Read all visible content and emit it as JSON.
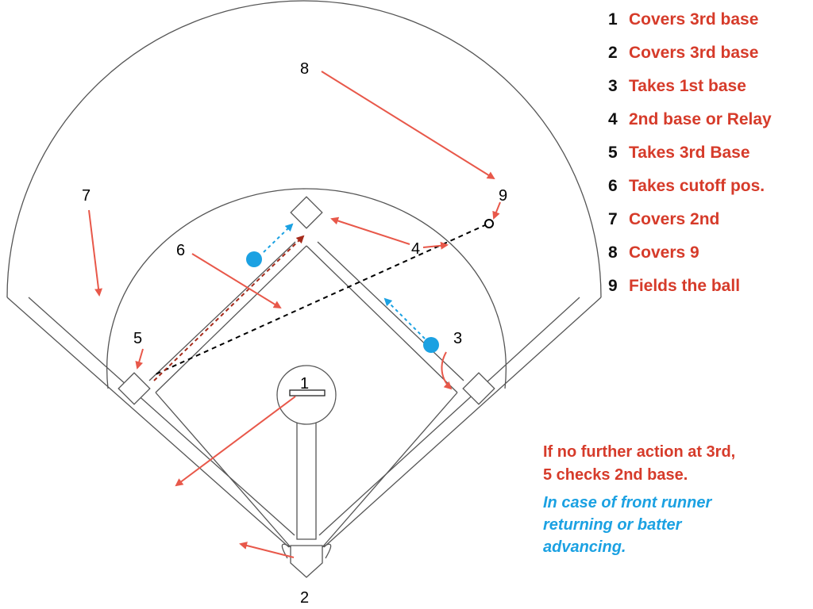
{
  "legend": [
    {
      "num": "1",
      "text": "Covers 3rd base"
    },
    {
      "num": "2",
      "text": "Covers 3rd base"
    },
    {
      "num": "3",
      "text": "Takes 1st base"
    },
    {
      "num": "4",
      "text": "2nd base or Relay"
    },
    {
      "num": "5",
      "text": "Takes 3rd Base"
    },
    {
      "num": "6",
      "text": "Takes cutoff pos."
    },
    {
      "num": "7",
      "text": "Covers 2nd"
    },
    {
      "num": "8",
      "text": "Covers 9"
    },
    {
      "num": "9",
      "text": "Fields the ball"
    }
  ],
  "positions": {
    "p1": "1",
    "p2": "2",
    "p3": "3",
    "p4": "4",
    "p5": "5",
    "p6": "6",
    "p7": "7",
    "p8": "8",
    "p9": "9"
  },
  "notes": {
    "red_line1": "If no further action at 3rd,",
    "red_line2": "5 checks 2nd base.",
    "blue_line1": "In case of front runner",
    "blue_line2": "returning or batter",
    "blue_line3": "advancing."
  },
  "colors": {
    "player_arrow": "#e8584a",
    "runner": "#1ba1e2",
    "throw_dark_red": "#a52a1a",
    "ball_path": "#000000",
    "field_line": "#555555"
  }
}
